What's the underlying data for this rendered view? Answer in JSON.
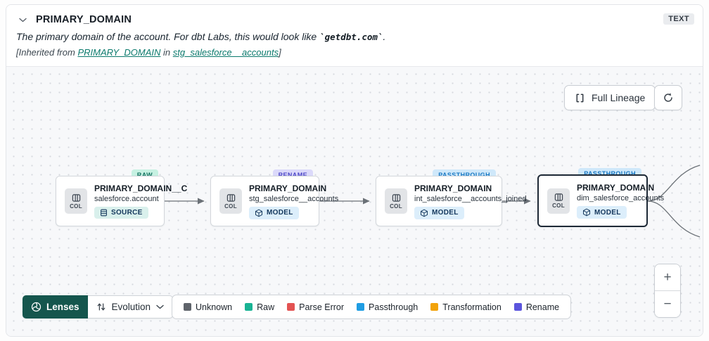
{
  "header": {
    "title": "PRIMARY_DOMAIN",
    "type_badge": "TEXT",
    "description": {
      "prefix": "The primary domain of the account. For dbt Labs, this would look like ",
      "code": "`getdbt.com`",
      "suffix": "."
    },
    "inherited": {
      "open": "[Inherited from ",
      "column_link": "PRIMARY_DOMAIN",
      "middle": " in ",
      "model_link": "stg_salesforce__accounts",
      "close": "]"
    }
  },
  "toolbar": {
    "full_lineage": "Full Lineage"
  },
  "nodes": [
    {
      "status": "RAW",
      "status_bg": "#c6f1e2",
      "status_fg": "#11705e",
      "title": "PRIMARY_DOMAIN__C",
      "subtitle": "salesforce.account",
      "col": "COL",
      "resource": "SOURCE",
      "resource_bg": "#d9f0ec"
    },
    {
      "status": "RENAME",
      "status_bg": "#dbd9fa",
      "status_fg": "#4b45c6",
      "title": "PRIMARY_DOMAIN",
      "subtitle": "stg_salesforce__accounts",
      "col": "COL",
      "resource": "MODEL",
      "resource_bg": "#dceefb"
    },
    {
      "status": "PASSTHROUGH",
      "status_bg": "#cfe8fa",
      "status_fg": "#1878c3",
      "title": "PRIMARY_DOMAIN",
      "subtitle": "int_salesforce__accounts_joined",
      "col": "COL",
      "resource": "MODEL",
      "resource_bg": "#dceefb"
    },
    {
      "status": "PASSTHROUGH",
      "status_bg": "#cfe8fa",
      "status_fg": "#1878c3",
      "title": "PRIMARY_DOMAIN",
      "subtitle": "dim_salesforce_accounts",
      "col": "COL",
      "resource": "MODEL",
      "resource_bg": "#dceefb"
    }
  ],
  "lens_bar": {
    "lenses": "Lenses",
    "selected_lens": "Evolution"
  },
  "legend": [
    {
      "label": "Unknown",
      "color": "#5f646b"
    },
    {
      "label": "Raw",
      "color": "#19b394"
    },
    {
      "label": "Parse Error",
      "color": "#e35352"
    },
    {
      "label": "Passthrough",
      "color": "#1f9de3"
    },
    {
      "label": "Transformation",
      "color": "#f2a30a"
    },
    {
      "label": "Rename",
      "color": "#5b55dd"
    }
  ],
  "zoom_controls": {
    "zoom_in": "+",
    "zoom_out": "−"
  }
}
